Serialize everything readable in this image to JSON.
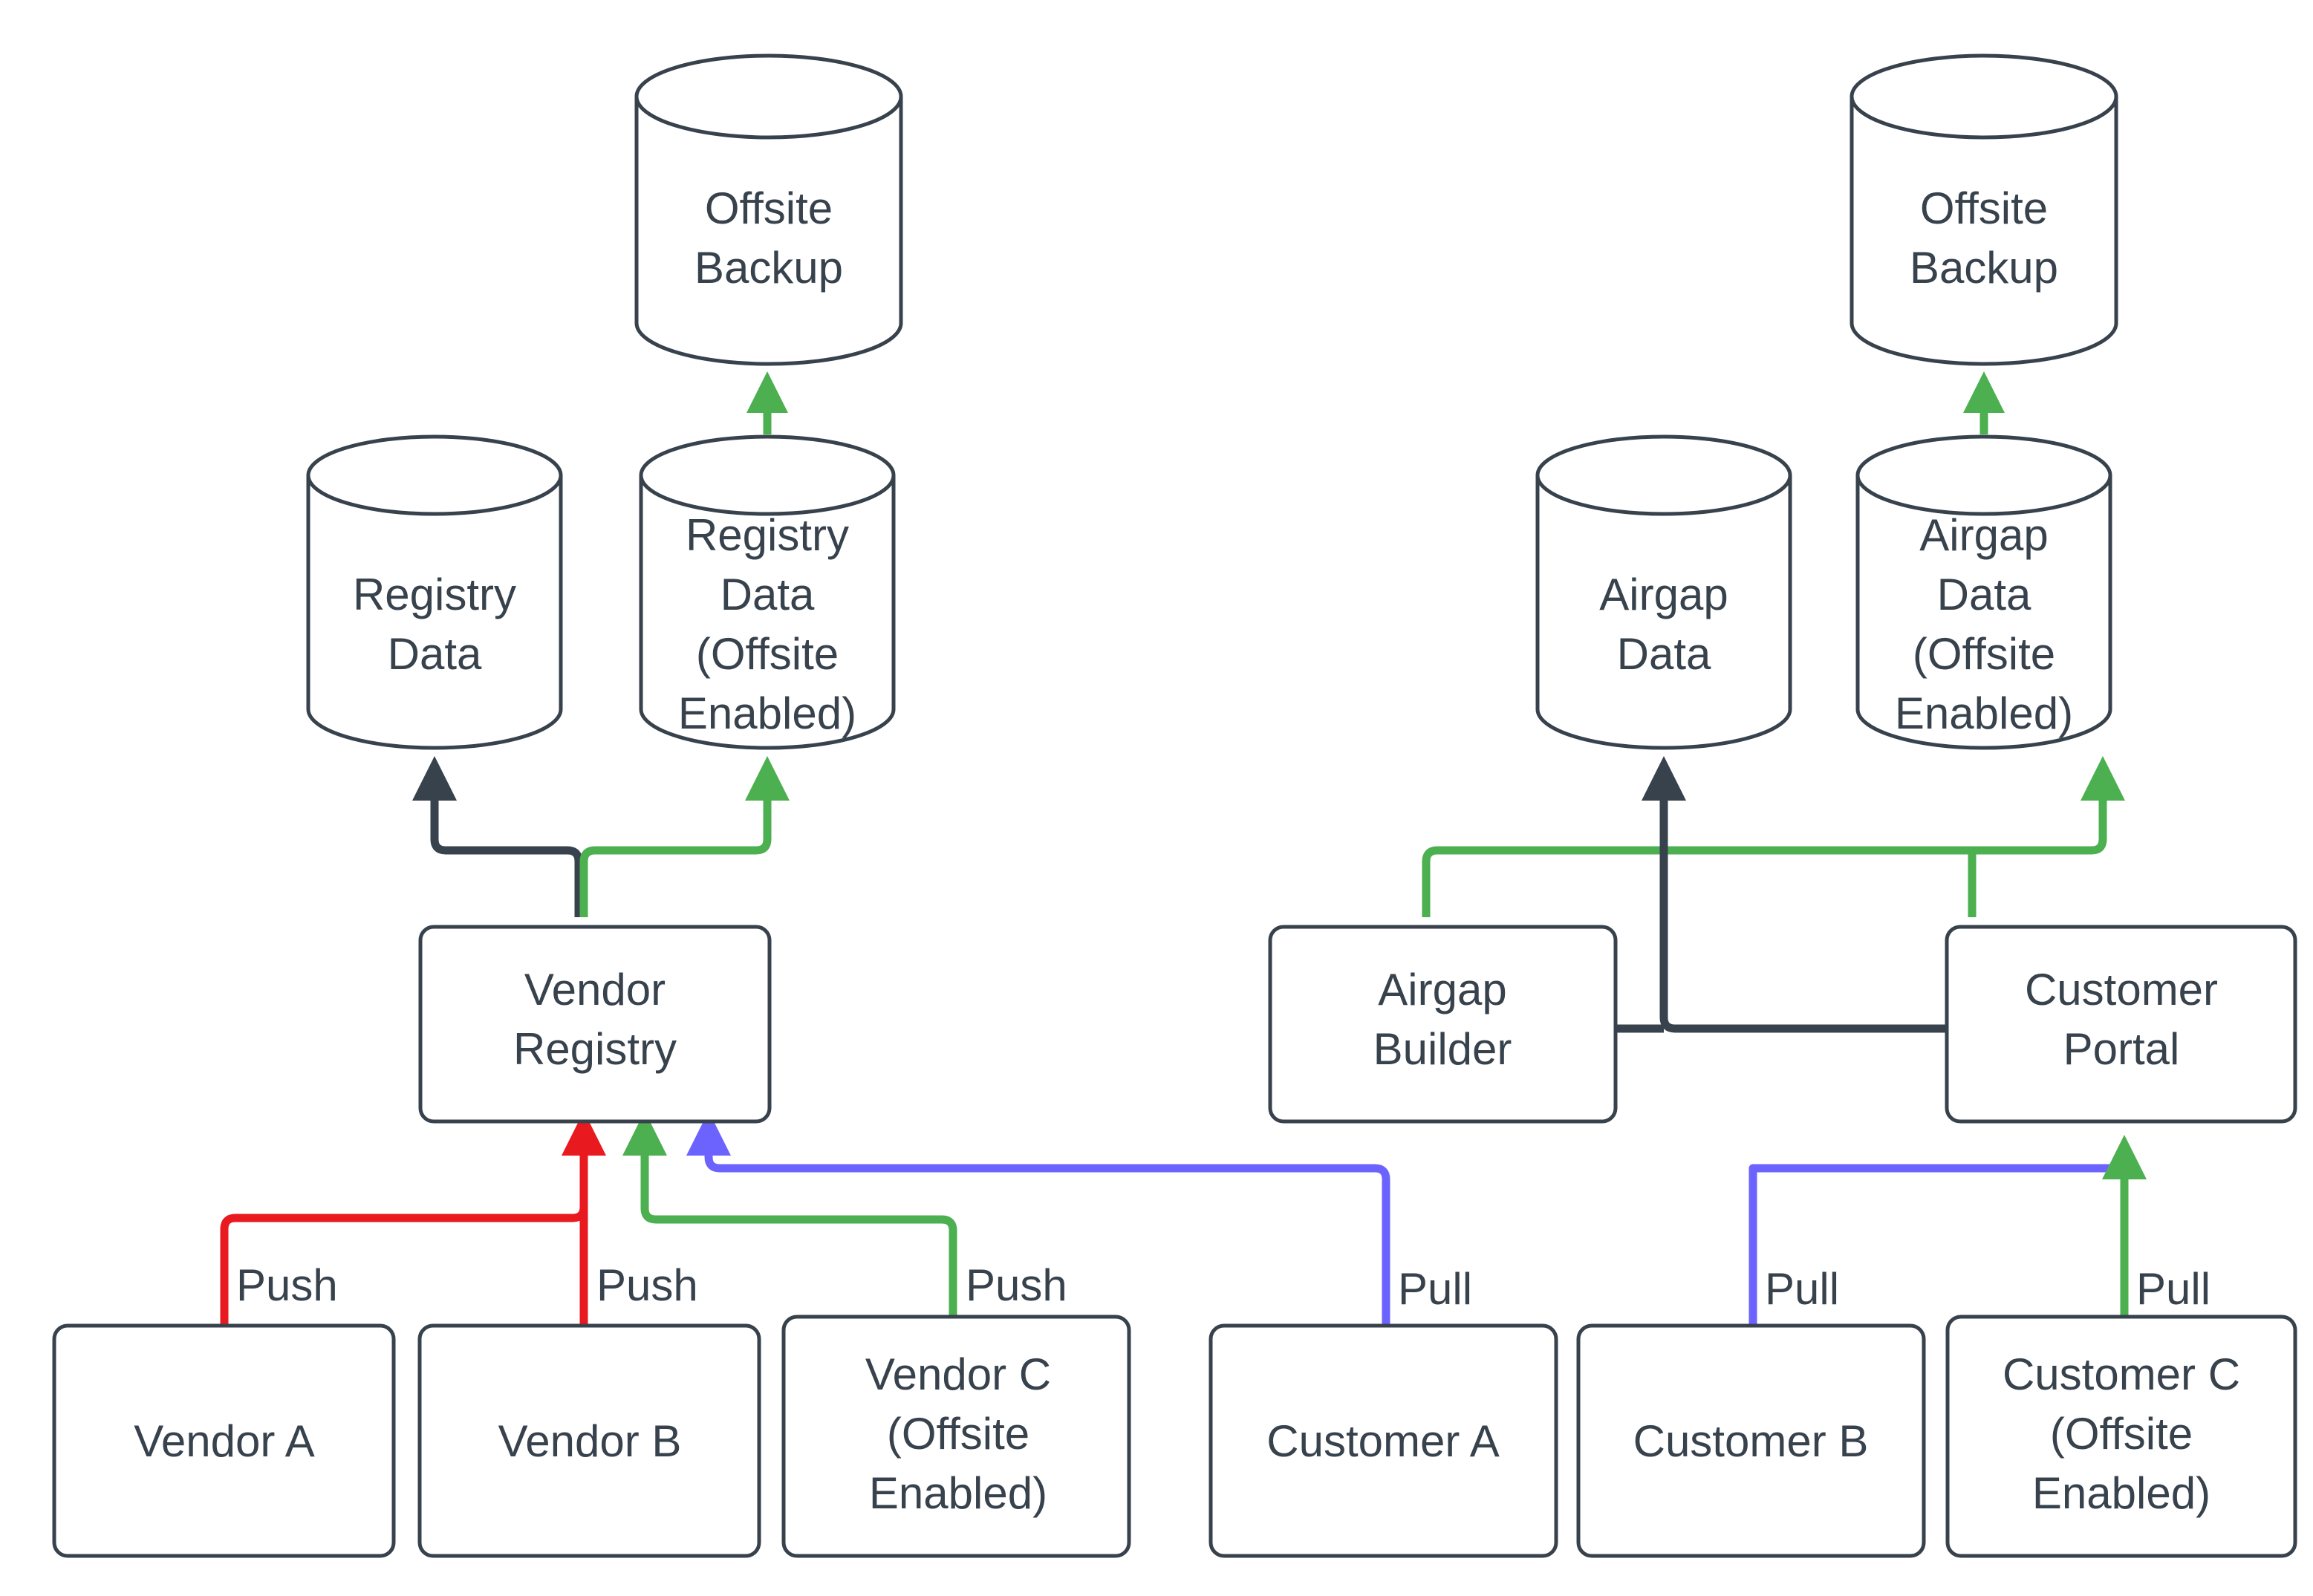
{
  "diagram": {
    "type": "flowchart",
    "background": "#ffffff",
    "colors": {
      "node_stroke": "#37424d",
      "node_fill": "#ffffff",
      "text": "#37424d",
      "flow_dark": "#37424d",
      "flow_green": "#4caf50",
      "flow_red": "#e8191f",
      "flow_blue": "#6c63ff"
    },
    "nodes": {
      "offsite_backup_left": {
        "line1": "Offsite",
        "line2": "Backup",
        "shape": "cylinder"
      },
      "offsite_backup_right": {
        "line1": "Offsite",
        "line2": "Backup",
        "shape": "cylinder"
      },
      "registry_data": {
        "line1": "Registry",
        "line2": "Data",
        "shape": "cylinder"
      },
      "registry_data_offsite": {
        "line1": "Registry",
        "line2": "Data",
        "line3": "(Offsite",
        "line4": "Enabled)",
        "shape": "cylinder"
      },
      "airgap_data": {
        "line1": "Airgap",
        "line2": "Data",
        "shape": "cylinder"
      },
      "airgap_data_offsite": {
        "line1": "Airgap",
        "line2": "Data",
        "line3": "(Offsite",
        "line4": "Enabled)",
        "shape": "cylinder"
      },
      "vendor_registry": {
        "line1": "Vendor",
        "line2": "Registry",
        "shape": "box"
      },
      "airgap_builder": {
        "line1": "Airgap",
        "line2": "Builder",
        "shape": "box"
      },
      "customer_portal": {
        "line1": "Customer",
        "line2": "Portal",
        "shape": "box"
      },
      "vendor_a": {
        "line1": "Vendor A",
        "shape": "box"
      },
      "vendor_b": {
        "line1": "Vendor B",
        "shape": "box"
      },
      "vendor_c": {
        "line1": "Vendor C",
        "line2": "(Offsite",
        "line3": "Enabled)",
        "shape": "box"
      },
      "customer_a": {
        "line1": "Customer A",
        "shape": "box"
      },
      "customer_b": {
        "line1": "Customer B",
        "shape": "box"
      },
      "customer_c": {
        "line1": "Customer C",
        "line2": "(Offsite",
        "line3": "Enabled)",
        "shape": "box"
      }
    },
    "edge_labels": {
      "vendor_a_push": "Push",
      "vendor_b_push": "Push",
      "vendor_c_push": "Push",
      "customer_a_pull": "Pull",
      "customer_b_pull": "Pull",
      "customer_c_pull": "Pull"
    },
    "edges": [
      {
        "from": "vendor_a",
        "to": "vendor_registry",
        "label": "Push",
        "color": "#e8191f"
      },
      {
        "from": "vendor_b",
        "to": "vendor_registry",
        "label": "Push",
        "color": "#e8191f"
      },
      {
        "from": "vendor_c",
        "to": "vendor_registry",
        "label": "Push",
        "color": "#4caf50"
      },
      {
        "from": "customer_a",
        "to": "vendor_registry",
        "label": "Pull",
        "color": "#6c63ff"
      },
      {
        "from": "customer_b",
        "to": "vendor_registry",
        "label": "Pull",
        "color": "#6c63ff"
      },
      {
        "from": "customer_c",
        "to": "customer_portal",
        "label": "Pull",
        "color": "#4caf50"
      },
      {
        "from": "vendor_registry",
        "to": "registry_data",
        "label": "",
        "color": "#37424d"
      },
      {
        "from": "vendor_registry",
        "to": "registry_data_offsite",
        "label": "",
        "color": "#4caf50"
      },
      {
        "from": "registry_data_offsite",
        "to": "offsite_backup_left",
        "label": "",
        "color": "#4caf50"
      },
      {
        "from": "airgap_builder",
        "to": "airgap_data_offsite",
        "label": "",
        "color": "#4caf50"
      },
      {
        "from": "customer_portal",
        "to": "airgap_data_offsite",
        "label": "",
        "color": "#4caf50"
      },
      {
        "from": "customer_portal",
        "to": "airgap_data",
        "label": "",
        "color": "#37424d"
      },
      {
        "from": "airgap_builder",
        "to": "airgap_data",
        "label": "",
        "color": "#37424d"
      },
      {
        "from": "airgap_data_offsite",
        "to": "offsite_backup_right",
        "label": "",
        "color": "#4caf50"
      }
    ]
  }
}
